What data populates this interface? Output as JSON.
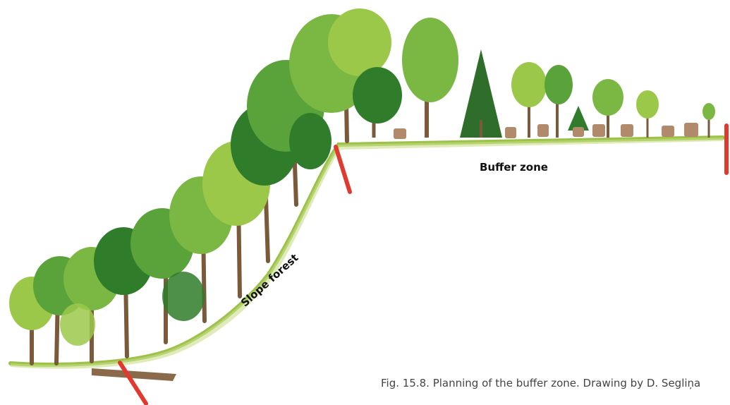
{
  "labels": {
    "buffer_zone": "Buffer zone",
    "slope_forest": "Slope forest"
  },
  "caption": "Fig. 15.8. Planning of the buffer zone. Drawing by D. Segliņa",
  "colors": {
    "marker": "#e03a2f",
    "ground": "#9cc24a",
    "foliage_dark": "#2f7d2a",
    "foliage_mid": "#5aa33b",
    "foliage_light": "#9cc84a",
    "trunk": "#7a5a3a"
  }
}
